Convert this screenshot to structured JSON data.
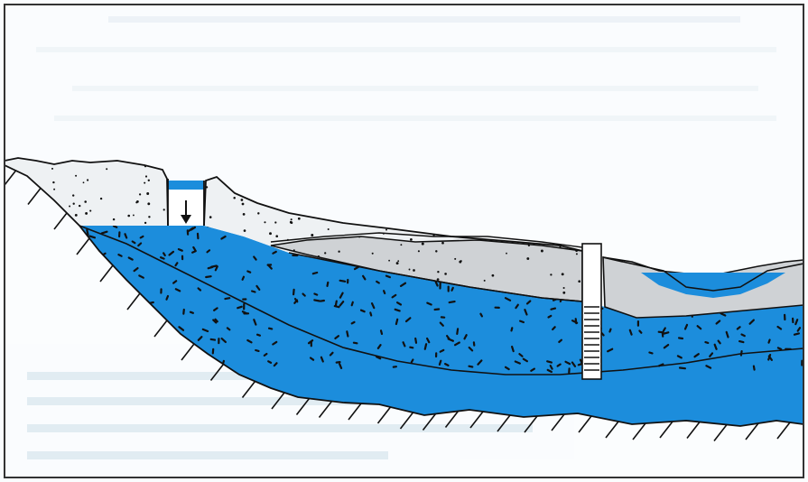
{
  "figure": {
    "kind": "hydrogeology cross-section",
    "labels": [],
    "colors": {
      "groundwater": "#1c8ddc",
      "aquifer_matrix": "#eef1f3",
      "confining_layer": "#cfd2d5",
      "surface_water": "#1c8ddc",
      "outline": "#111111",
      "bleed_through_text": "#c7dcea"
    },
    "elements": [
      "ground-surface",
      "unsaturated-zone",
      "recharge-pond",
      "recharge-arrow",
      "confining-clay-layer",
      "saturated-aquifer",
      "bedrock-base",
      "well-casing",
      "well-screen",
      "lake"
    ]
  }
}
